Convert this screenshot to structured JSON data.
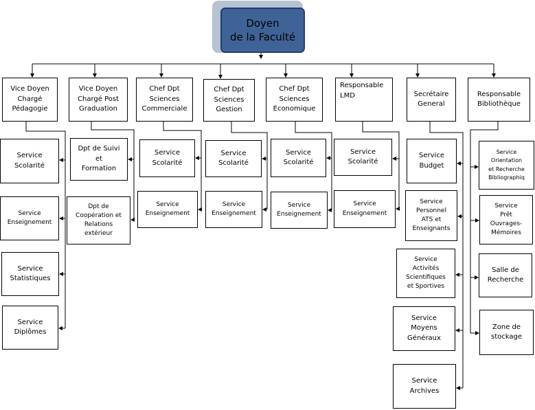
{
  "root": {
    "label": "Doyen\nde la Faculté"
  },
  "columns": [
    {
      "head": "Vice Doyen\nChargé\nPédagogie",
      "items": [
        "Service\nScolarité",
        "Service\nEnseignement",
        "Service\nStatistiques",
        "Service\nDiplômes"
      ]
    },
    {
      "head": "Vice Doyen\nChargé Post\nGraduation",
      "items": [
        "Dpt de Suivi\net\nFormation",
        "Dpt de\nCoopération et\nRelations\nextérieur"
      ]
    },
    {
      "head": "Chef Dpt\nSciences\nCommerciale",
      "items": [
        "Service\nScolarité",
        "Service\nEnseignement"
      ]
    },
    {
      "head": "Chef Dpt\nSciences\nGestion",
      "items": [
        "Service\nScolarité",
        "Service\nEnseignement"
      ]
    },
    {
      "head": "Chef Dpt\nSciences\nEconomique",
      "items": [
        "Service\nScolarité",
        "Service\nEnseignement"
      ]
    },
    {
      "head": "Responsable\nLMD",
      "items": [
        "Service\nScolarité",
        "Service\nEnseignement"
      ]
    },
    {
      "head": "Secrétaire\nGeneral",
      "items": [
        "Service\nBudget",
        "Service\nPersonnel\nATS et\nEnseignants",
        "Service\nActivités\nScientifiques\net Sportives",
        "Service\nMoyens\nGénéraux",
        "Service\nArchives"
      ]
    },
    {
      "head": "Responsable\nBibliothèque",
      "items": [
        "Service\nOrientation\net Recherche\nBibliographiq",
        "Service\nPrêt\nOuvrages-\nMémoires",
        "Salle de\nRecherche",
        "Zone de\nstockage"
      ]
    }
  ]
}
